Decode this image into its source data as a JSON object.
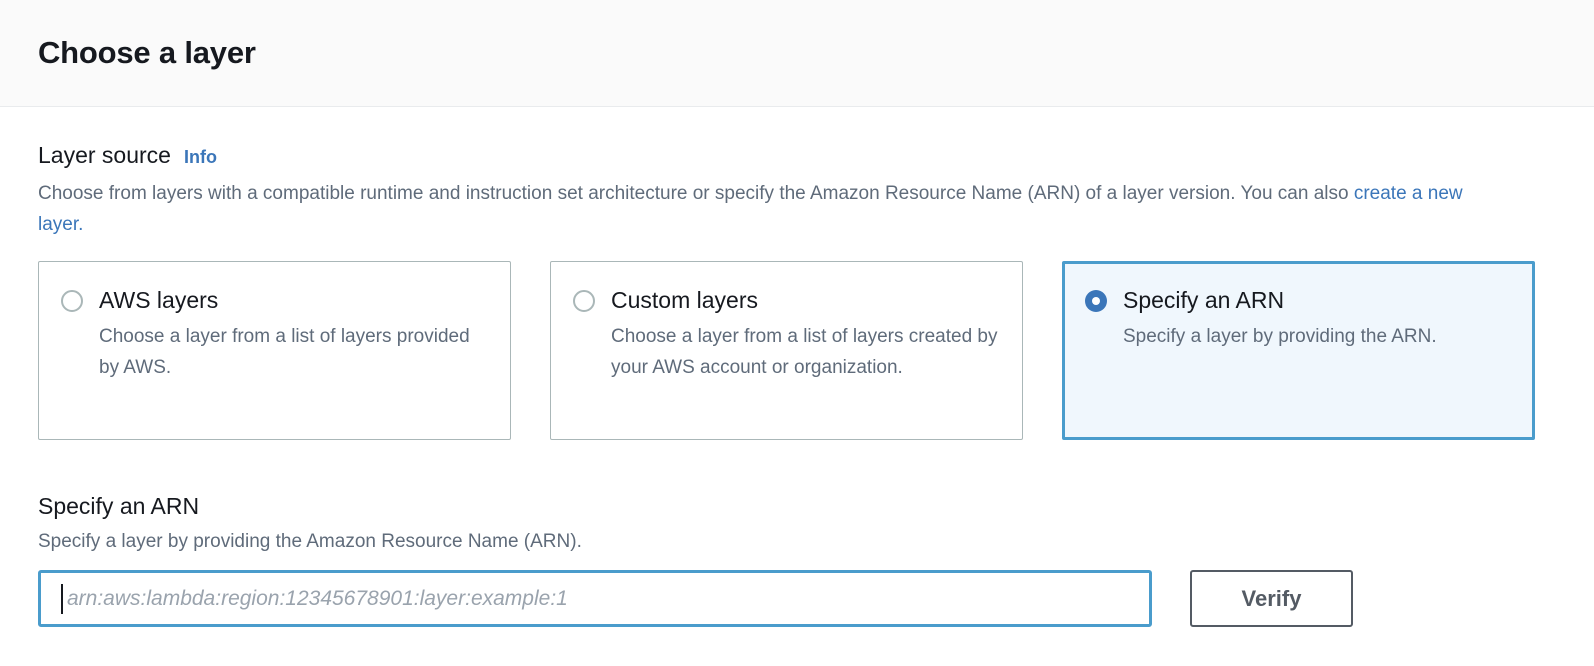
{
  "header": {
    "title": "Choose a layer"
  },
  "layer_source": {
    "label": "Layer source",
    "info_label": "Info",
    "description_before": "Choose from layers with a compatible runtime and instruction set architecture or specify the Amazon Resource Name (ARN) of a layer version. You can also ",
    "description_link": "create a new layer",
    "description_after": ".",
    "options": [
      {
        "label": "AWS layers",
        "description": "Choose a layer from a list of layers provided by AWS.",
        "selected": false
      },
      {
        "label": "Custom layers",
        "description": "Choose a layer from a list of layers created by your AWS account or organization.",
        "selected": false
      },
      {
        "label": "Specify an ARN",
        "description": "Specify a layer by providing the ARN.",
        "selected": true
      }
    ]
  },
  "arn_section": {
    "heading": "Specify an ARN",
    "description": "Specify a layer by providing the Amazon Resource Name (ARN).",
    "input_value": "",
    "input_placeholder": "arn:aws:lambda:region:12345678901:layer:example:1",
    "verify_label": "Verify"
  },
  "colors": {
    "accent_blue": "#3b76b9",
    "focus_border": "#4a9ccc",
    "selected_card_bg": "#f0f7fd",
    "card_border": "#aab7b8",
    "text_primary": "#16191f",
    "text_secondary": "#5f6b7a",
    "button_border": "#545b64",
    "header_bg": "#fafafa"
  }
}
